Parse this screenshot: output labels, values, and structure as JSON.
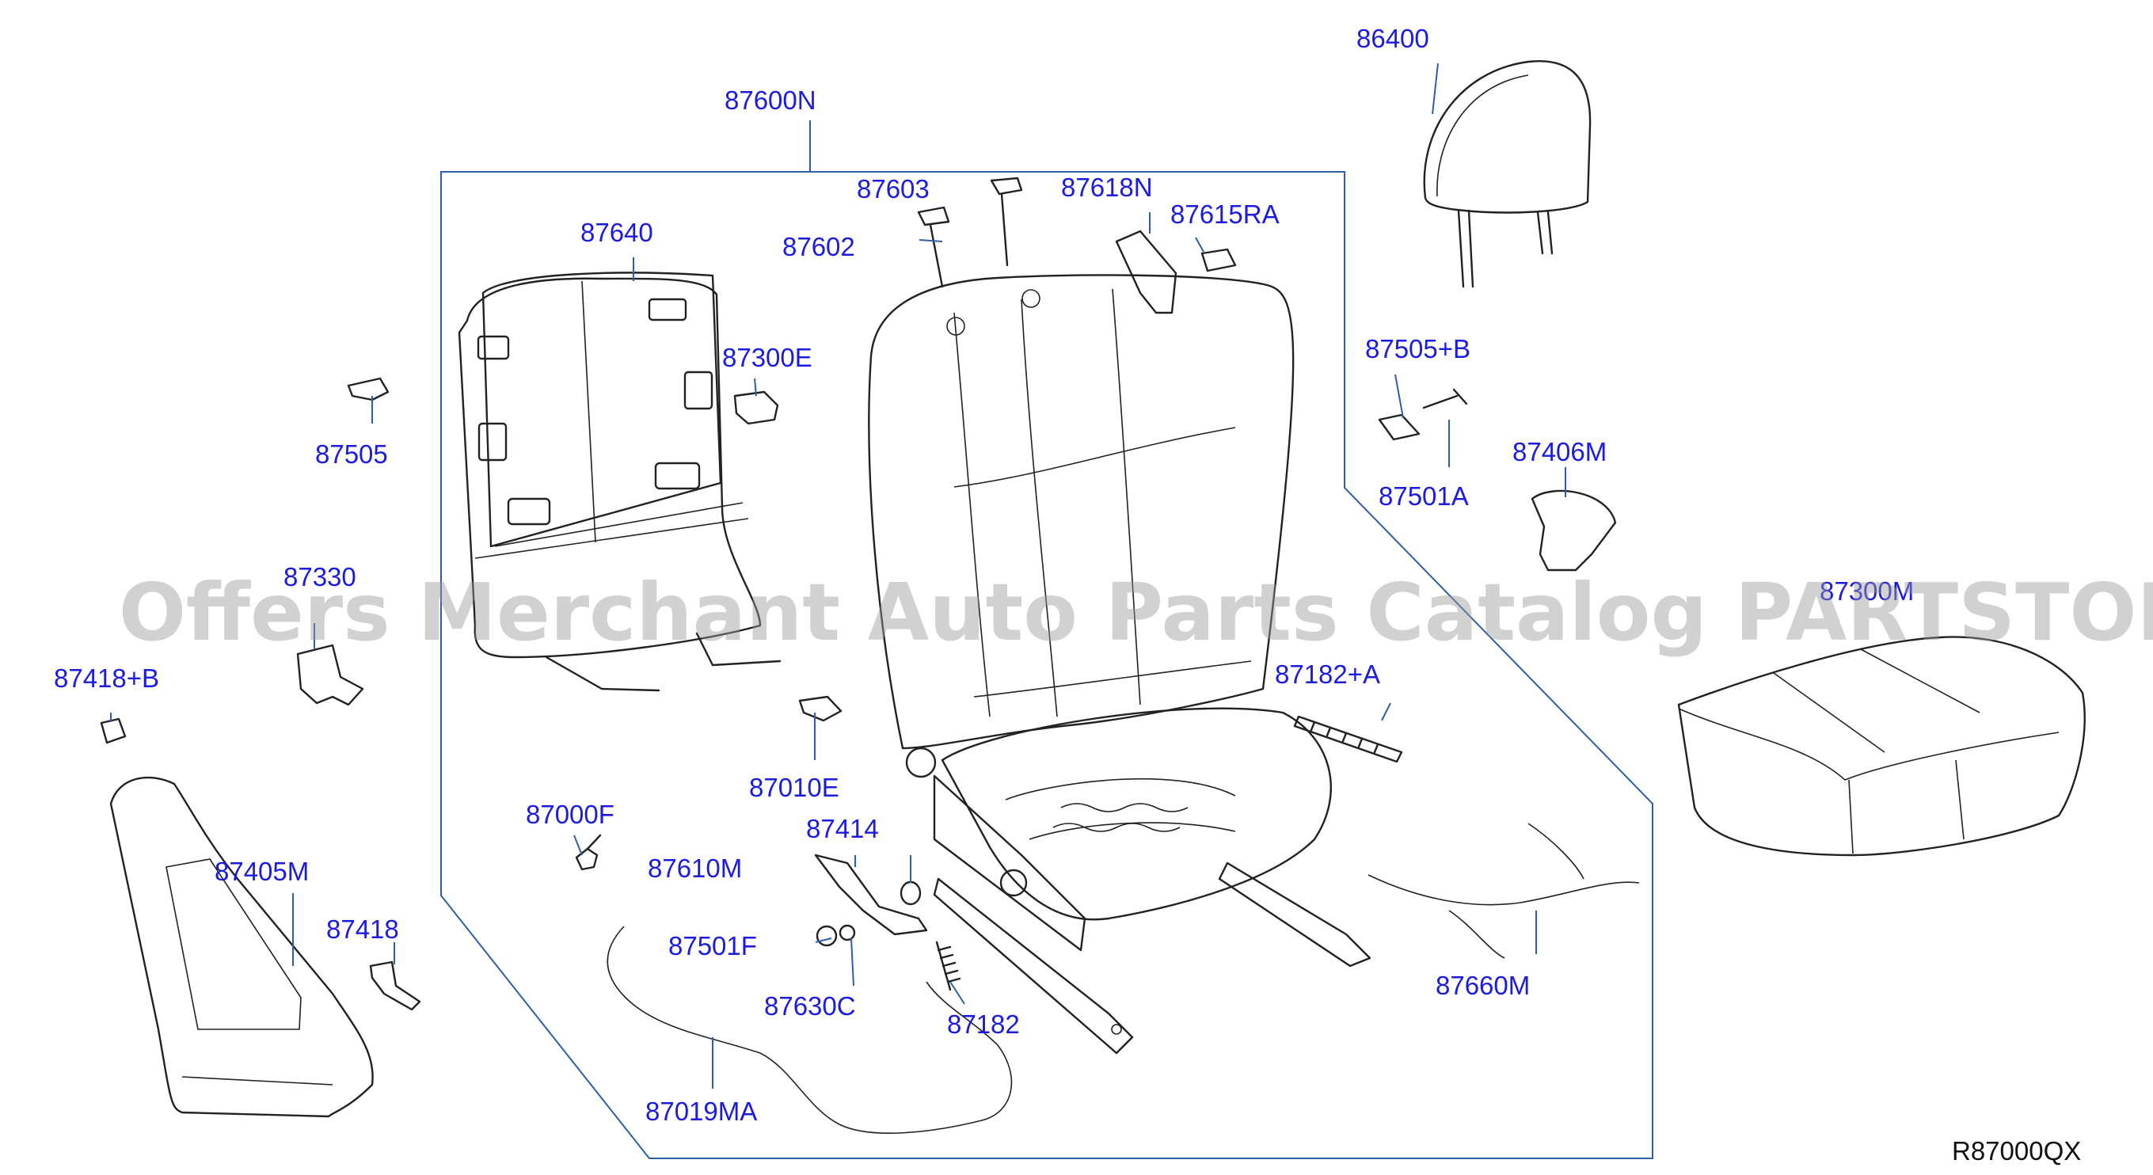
{
  "diagram": {
    "part_labels": [
      "87600N",
      "87603",
      "87618N",
      "87615RA",
      "87602",
      "87640",
      "87300E",
      "87505",
      "87330",
      "87418+B",
      "87405M",
      "87418",
      "87010E",
      "87000F",
      "87414",
      "87610M",
      "87501F",
      "87630C",
      "87182",
      "87019MA",
      "86400",
      "87505+B",
      "87501A",
      "87406M",
      "87300M",
      "87182+A",
      "87660M"
    ],
    "drawing_code": "R87000QX",
    "watermark": "Offers Merchant Auto Parts Catalog PARTSTORE.SA"
  }
}
